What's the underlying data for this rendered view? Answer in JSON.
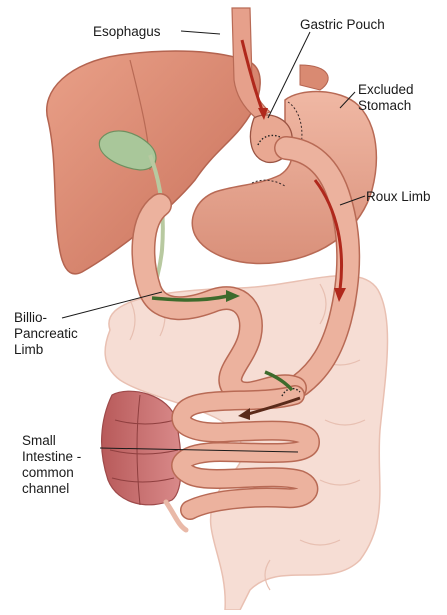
{
  "labels": {
    "esophagus": "Esophagus",
    "gastric_pouch": "Gastric Pouch",
    "excluded_stomach": [
      "Excluded",
      "Stomach"
    ],
    "roux_limb": "Roux Limb",
    "biliopancreatic_limb": [
      "Billio-",
      "Pancreatic",
      "Limb"
    ],
    "common_channel": [
      "Small",
      "Intestine -",
      "common",
      "channel"
    ]
  },
  "colors": {
    "liver": "#d98a72",
    "stomach": "#e8a792",
    "intestine": "#e9b09c",
    "colon": "#f4d9d0",
    "rectum": "#c77070",
    "gallbladder": "#a9c79a",
    "roux_arrow": "#b0281c",
    "bp_arrow": "#3d6b2c"
  }
}
